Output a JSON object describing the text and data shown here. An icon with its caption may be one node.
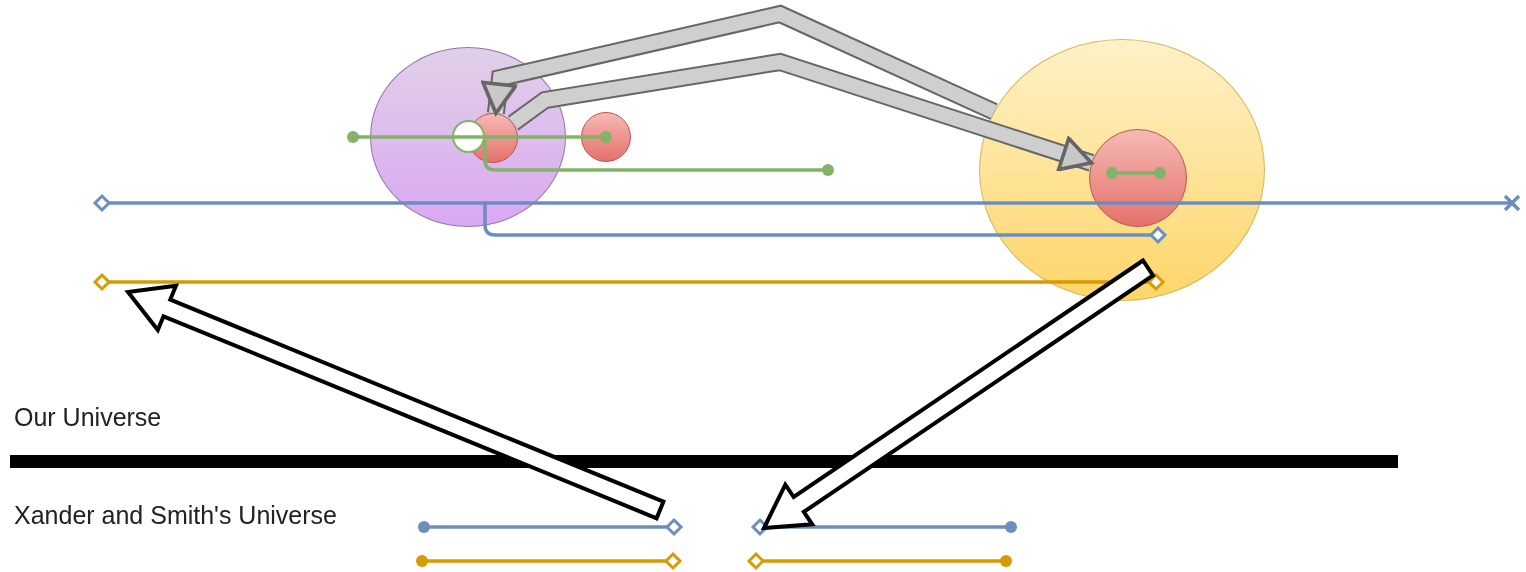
{
  "diagram": {
    "nodes": [
      {
        "text": [],
        "shape": "circle"
      },
      {
        "text": [],
        "shape": "circle",
        "in": 0
      },
      {
        "text": [],
        "shape": "circle",
        "in": 0
      },
      {
        "text": [],
        "shape": "circle"
      },
      {
        "text": [],
        "shape": "circle"
      },
      {
        "text": [],
        "shape": "circle",
        "in": 4
      }
    ],
    "edges": [
      {
        "from": 4,
        "to": 1,
        "arrow": "to"
      },
      {
        "from": 1,
        "to": 5,
        "arrow": "to"
      }
    ],
    "labels": [
      "Our Universe",
      "Xander and Smith's Universe"
    ]
  }
}
